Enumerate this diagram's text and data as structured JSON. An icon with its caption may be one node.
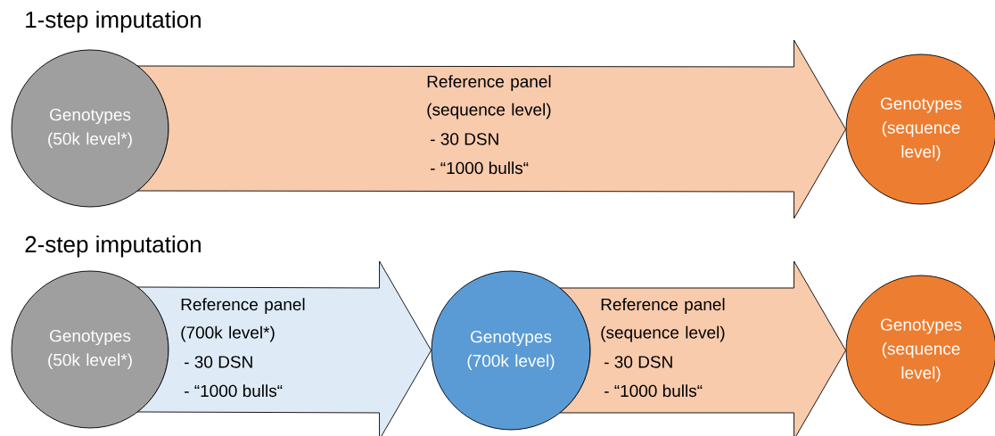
{
  "diagram": {
    "nodes": [
      {
        "text": [
          "Genotypes (50k level*)"
        ]
      },
      {
        "text": [
          "Genotypes (sequence level)"
        ]
      },
      {
        "text": [
          "Genotypes (50k level*)"
        ]
      },
      {
        "text": [
          "Genotypes (700k level)"
        ]
      },
      {
        "text": [
          "Genotypes (sequence level)"
        ]
      }
    ],
    "edges": [
      {
        "from": 0,
        "to": 1,
        "arrow": "to",
        "label": "Reference panel (sequence level)"
      },
      {
        "from": 2,
        "to": 3,
        "arrow": "to",
        "label": "Reference panel (700k level*)",
        "color": "#deebf7"
      },
      {
        "from": 3,
        "to": 4,
        "arrow": "to",
        "label": "Reference panel (sequence level)"
      }
    ],
    "labels": [
      "1-step imputation",
      "- 30 DSN",
      "- “1000 bulls“",
      "2-step imputation",
      "- 30 DSN",
      "- “1000 bulls“",
      "- 30 DSN",
      "- “1000 bulls“"
    ]
  }
}
